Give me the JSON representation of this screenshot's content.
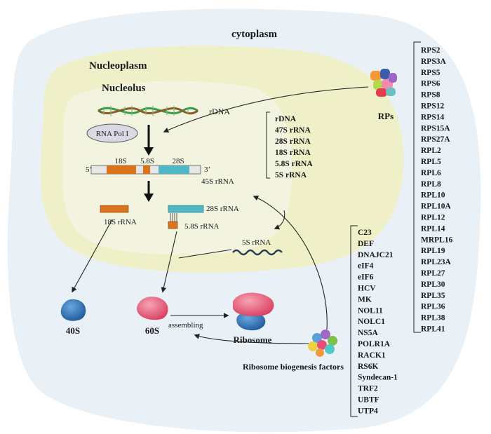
{
  "compartments": {
    "cytoplasm": "cytoplasm",
    "nucleoplasm": "Nucleoplasm",
    "nucleolus": "Nucleolus"
  },
  "transcription": {
    "rdna": "rDNA",
    "polymerase": "RNA Pol I",
    "five_prime": "5’",
    "three_prime": "3’",
    "seg_18s": "18S",
    "seg_58s": "5.8S",
    "seg_28s": "28S",
    "precursor": "45S rRNA"
  },
  "products": {
    "rrna_18s": "18S rRNA",
    "rrna_28s": "28S rRNA",
    "rrna_58s": "5.8S rRNA",
    "rrna_5s": "5S rRNA"
  },
  "subunits": {
    "small": "40S",
    "large": "60S",
    "ribosome": "Ribosome",
    "assembling": "assembling"
  },
  "rps_label": "RPs",
  "rbf_label": "Ribosome biogenesis factors",
  "nucleolar_targets": [
    "rDNA",
    "47S rRNA",
    "28S rRNA",
    "18S rRNA",
    "5.8S rRNA",
    "5S rRNA"
  ],
  "rp_list": [
    "RPS2",
    "RPS3A",
    "RPS5",
    "RPS6",
    "RPS8",
    "RPS12",
    "RPS14",
    "RPS15A",
    "RPS27A",
    "RPL2",
    "RPL5",
    "RPL6",
    "RPL8",
    "RPL10",
    "RPL10A",
    "RPL12",
    "RPL14",
    "MRPL16",
    "RPL19",
    "RPL23A",
    "RPL27",
    "RPL30",
    "RPL35",
    "RPL36",
    "RPL38",
    "RPL41"
  ],
  "factor_list": [
    "C23",
    "DEF",
    "DNAJC21",
    "eIF4",
    "eIF6",
    "HCV",
    "MK",
    "NOL11",
    "NOLC1",
    "NS5A",
    "POLR1A",
    "RACK1",
    "RS6K",
    "Syndecan-1",
    "TRF2",
    "UBTF",
    "UTP4"
  ],
  "colors": {
    "cytoplasm": "#e9f0f6",
    "nucleoplasm": "#f0f0c8",
    "nucleolus": "#f2f3dc",
    "rrna_18s": "#d9731c",
    "rrna_28s": "#4fb8c4",
    "subunit_40s": "#2e6fb3",
    "subunit_60s": "#e85a7a"
  }
}
